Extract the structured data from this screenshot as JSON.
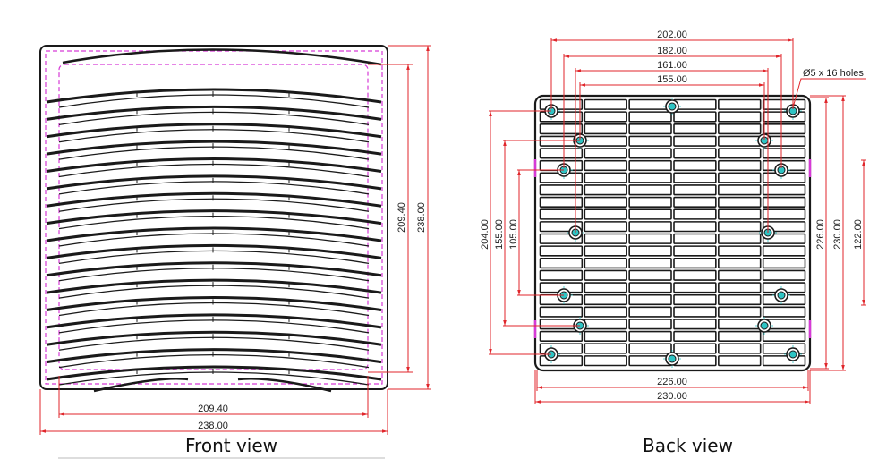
{
  "front_view": {
    "caption": "Front view",
    "dimensions": {
      "inner_width": "209.40",
      "outer_width": "238.00",
      "inner_height": "209.40",
      "outer_height": "238.00"
    },
    "louver_count": 17
  },
  "back_view": {
    "caption": "Back view",
    "hole_note": "Ø5 x 16 holes",
    "dimensions": {
      "top": [
        "202.00",
        "182.00",
        "161.00",
        "155.00"
      ],
      "left": [
        "204.00",
        "155.00",
        "105.00"
      ],
      "right": [
        "226.00",
        "230.00",
        "122.00"
      ],
      "bottom": [
        "226.00",
        "230.00"
      ]
    },
    "grid_rows": 22,
    "grid_cols": 6
  },
  "colors": {
    "outline": "#1a1a1a",
    "dimension": "#e0262b",
    "construction": "#d63ad6",
    "hole": "#2ec4c4"
  }
}
